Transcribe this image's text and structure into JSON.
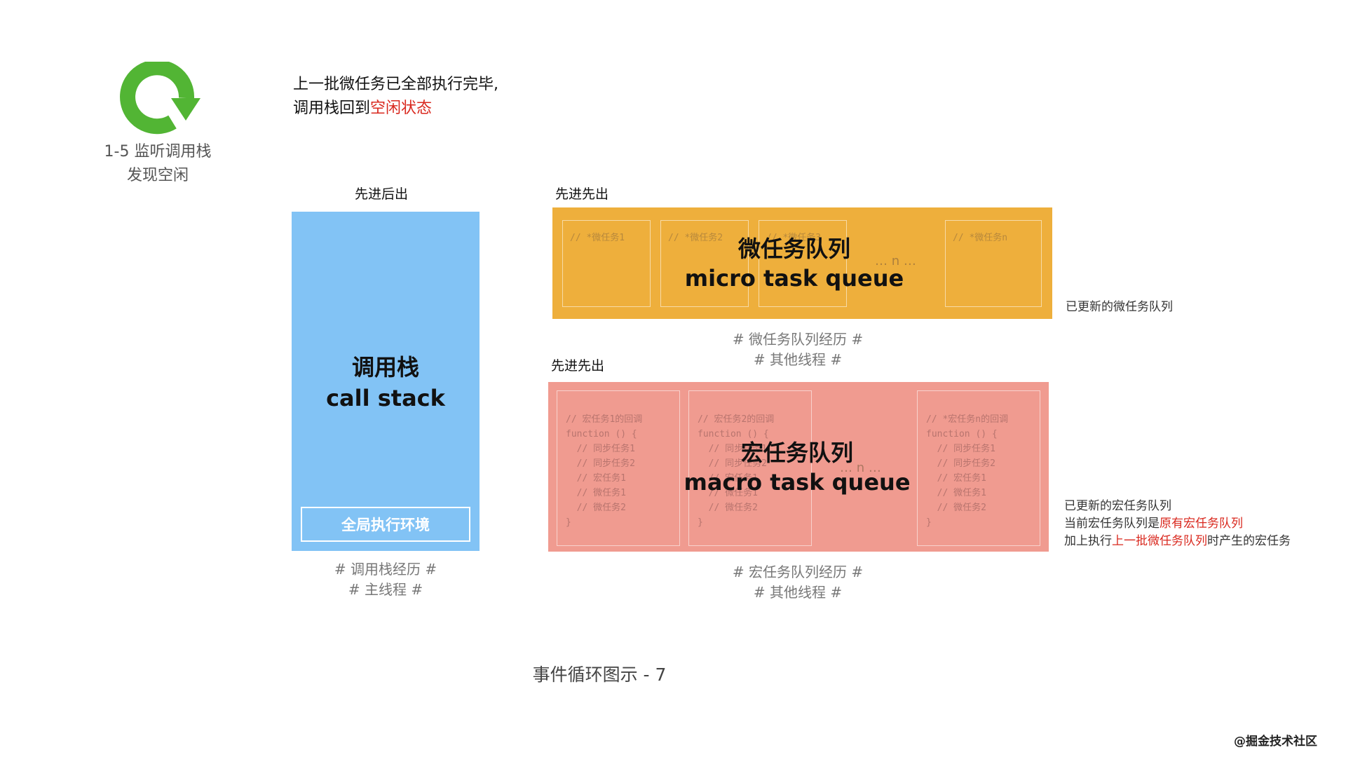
{
  "step": {
    "line1": "1-5 监听调用栈",
    "line2": "发现空闲",
    "icon": "loop-arrow-icon",
    "icon_color": "#52b534"
  },
  "description": {
    "line1": "上一批微任务已全部执行完毕,",
    "line2_prefix": "调用栈回到",
    "line2_highlight": "空闲状态"
  },
  "call_stack": {
    "order_label": "先进后出",
    "title_cn": "调用栈",
    "title_en": "call stack",
    "global_env": "全局执行环境",
    "caption_line1": "# 调用栈经历 #",
    "caption_line2": "# 主线程 #",
    "color": "#82c3f5"
  },
  "micro_queue": {
    "order_label": "先进先出",
    "title_cn": "微任务队列",
    "title_en": "micro task queue",
    "slots": [
      "// *微任务1",
      "// *微任务2",
      "// *微任务3",
      "// *微任务n"
    ],
    "ellipsis": "… n …",
    "caption_line1": "# 微任务队列经历 #",
    "caption_line2": "# 其他线程 #",
    "note": "已更新的微任务队列",
    "color": "#eeaf3c"
  },
  "macro_queue": {
    "order_label": "先进先出",
    "title_cn": "宏任务队列",
    "title_en": "macro task queue",
    "slots": [
      "// 宏任务1的回调\nfunction () {\n  // 同步任务1\n  // 同步任务2\n  // 宏任务1\n  // 微任务1\n  // 微任务2\n}",
      "// 宏任务2的回调\nfunction () {\n  // 同步任务1\n  // 同步任务2\n  // 宏任务1\n  // 微任务1\n  // 微任务2\n}",
      "// *宏任务n的回调\nfunction () {\n  // 同步任务1\n  // 同步任务2\n  // 宏任务1\n  // 微任务1\n  // 微任务2\n}"
    ],
    "ellipsis": "… n …",
    "caption_line1": "# 宏任务队列经历 #",
    "caption_line2": "# 其他线程 #",
    "note_line1": "已更新的宏任务队列",
    "note_line2_prefix": "当前宏任务队列是",
    "note_line2_highlight": "原有宏任务队列",
    "note_line3_prefix": "加上执行",
    "note_line3_highlight": "上一批微任务队列",
    "note_line3_suffix": "时产生的宏任务",
    "color": "#f09b90"
  },
  "footer": "事件循环图示 - 7",
  "watermark": "@掘金技术社区"
}
